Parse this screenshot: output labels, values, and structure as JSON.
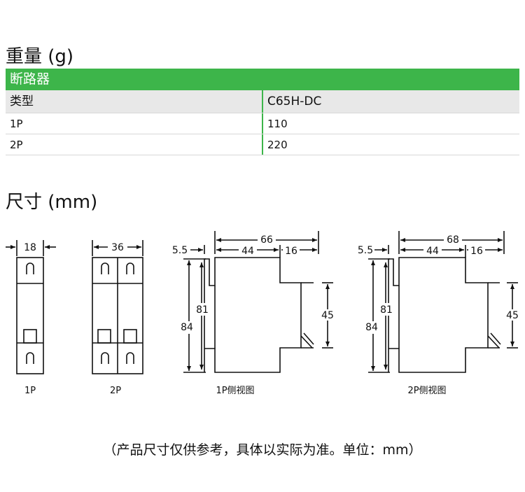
{
  "weight_section": {
    "title": "重量 (g)",
    "header": "断路器",
    "type_label": "类型",
    "type_value": "C65H-DC",
    "rows": [
      {
        "label": "1P",
        "value": "110"
      },
      {
        "label": "2P",
        "value": "220"
      }
    ]
  },
  "dimension_section": {
    "title": "尺寸 (mm)",
    "front_1p": {
      "width": "18",
      "caption": "1P"
    },
    "front_2p": {
      "width": "36",
      "caption": "2P"
    },
    "side_1p": {
      "total_depth": "66",
      "offset": "5.5",
      "middle_depth": "44",
      "front_depth": "16",
      "inner_height": "81",
      "outer_height": "84",
      "front_height": "45",
      "caption": "1P侧视图"
    },
    "side_2p": {
      "total_depth": "68",
      "offset": "5.5",
      "middle_depth": "44",
      "front_depth": "16",
      "inner_height": "81",
      "outer_height": "84",
      "front_height": "45",
      "caption": "2P侧视图"
    }
  },
  "footnote": "（产品尺寸仅供参考，具体以实际为准。单位：mm）"
}
